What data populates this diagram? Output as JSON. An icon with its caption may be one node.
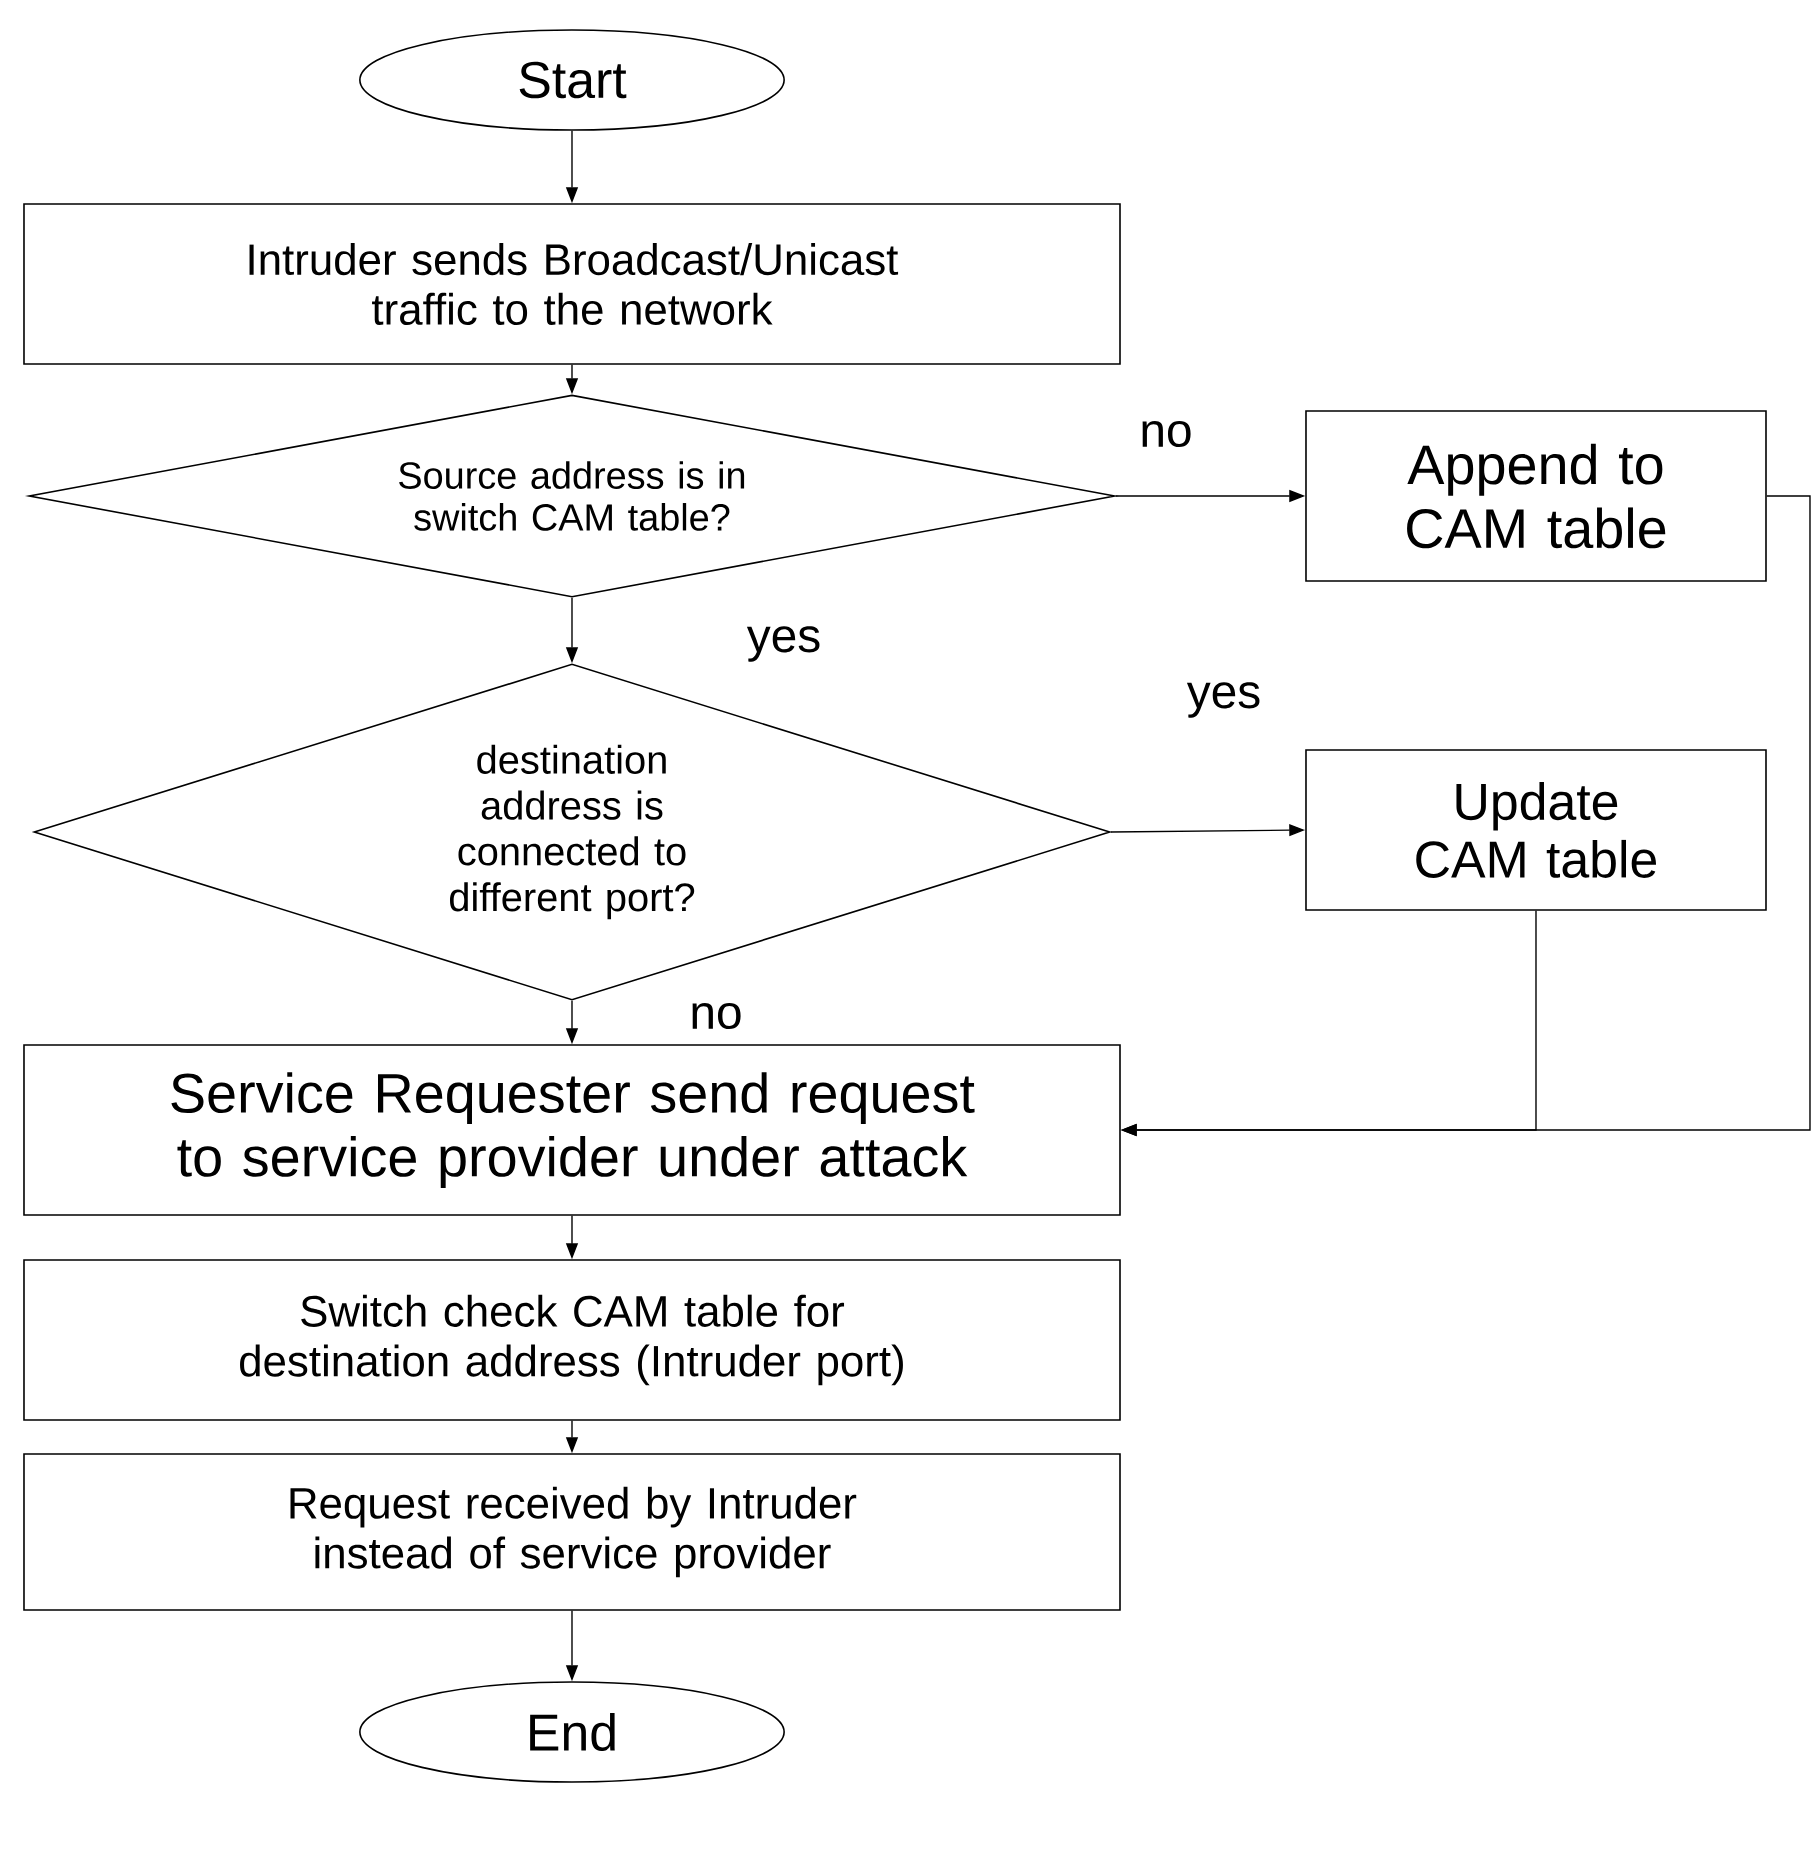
{
  "diagram": {
    "nodes": [
      {
        "text": [
          "Start"
        ]
      },
      {
        "text": [
          "Intruder sends Broadcast/Unicast traffic to the network"
        ]
      },
      {
        "text": [
          "Source address is in switch CAM table?"
        ]
      },
      {
        "text": [
          "Append to CAM table"
        ]
      },
      {
        "text": [
          "destination address is connected to different port?"
        ]
      },
      {
        "text": [
          "Update CAM table"
        ]
      },
      {
        "text": [
          "Service Requester send request to service provider under attack"
        ]
      },
      {
        "text": [
          "Switch check CAM table for destination address (Intruder port)"
        ]
      },
      {
        "text": [
          "Request received by Intruder instead of service provider"
        ]
      },
      {
        "text": [
          "End"
        ]
      }
    ],
    "edges": [
      {
        "from": 0,
        "to": 1,
        "arrow": "to"
      },
      {
        "from": 1,
        "to": 2,
        "arrow": "to"
      },
      {
        "from": 2,
        "to": 3,
        "arrow": "to",
        "label": "no"
      },
      {
        "from": 2,
        "to": 4,
        "arrow": "to",
        "label": "yes"
      },
      {
        "from": 4,
        "to": 5,
        "arrow": "to",
        "label": "yes"
      },
      {
        "from": 4,
        "to": 6,
        "arrow": "to",
        "label": "no"
      },
      {
        "from": 3,
        "to": 6,
        "arrow": "to"
      },
      {
        "from": 5,
        "to": 6,
        "arrow": "to"
      },
      {
        "from": 6,
        "to": 7,
        "arrow": "to"
      },
      {
        "from": 7,
        "to": 8,
        "arrow": "to"
      },
      {
        "from": 8,
        "to": 9,
        "arrow": "to"
      }
    ]
  }
}
